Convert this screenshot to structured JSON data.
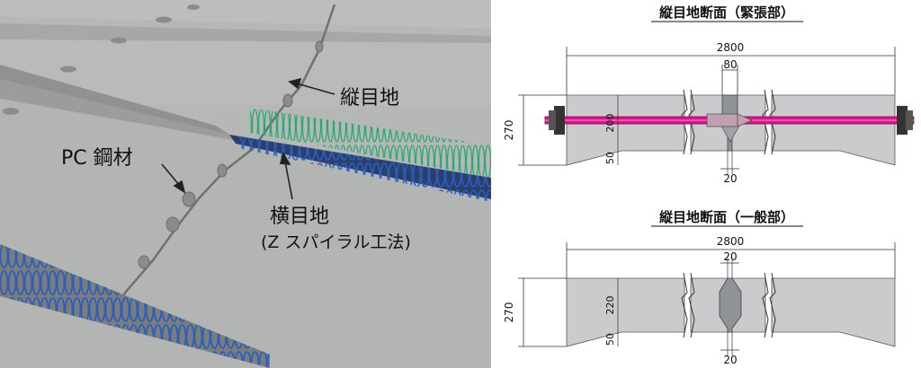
{
  "scene": {
    "labels": {
      "longitudinal_joint": "縦目地",
      "pc_steel": "PC 鋼材",
      "transverse_joint": "横目地",
      "transverse_method": "(Z スパイラル工法)"
    }
  },
  "sections": {
    "tensioned": {
      "title": "縦目地断面（緊張部）",
      "total_width": "2800",
      "joint_width": "80",
      "height": "270",
      "inner_height": "200",
      "bottom_height": "50",
      "bottom_width": "20"
    },
    "general": {
      "title": "縦目地断面（一般部）",
      "total_width": "2800",
      "top_width": "20",
      "height": "270",
      "inner_height": "220",
      "bottom_height": "50",
      "bottom_width": "20"
    }
  },
  "colors": {
    "slab": "#a9aca9",
    "steel_bar": "#e0128c",
    "spiral_green": "#2aa876",
    "spiral_blue": "#2a5fc0"
  }
}
